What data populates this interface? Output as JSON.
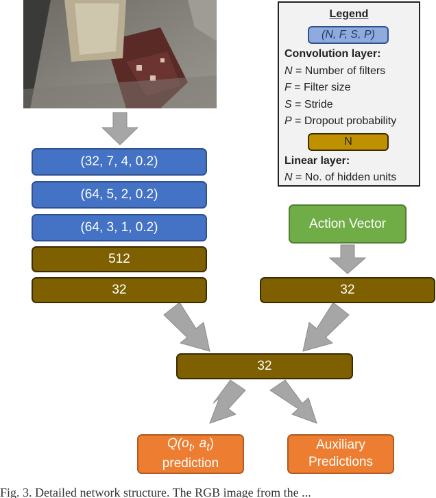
{
  "legend": {
    "title": "Legend",
    "conv_example": "(N, F, S, P)",
    "conv_header": "Convolution layer:",
    "conv_lines": [
      {
        "sym": "N",
        "text": " = Number of filters"
      },
      {
        "sym": "F",
        "text": " = Filter size"
      },
      {
        "sym": "S",
        "text": " = Stride"
      },
      {
        "sym": "P",
        "text": " = Dropout probability"
      }
    ],
    "linear_example": "N",
    "linear_header": "Linear layer:",
    "linear_lines": [
      {
        "sym": "N",
        "text": " = No. of hidden units"
      }
    ]
  },
  "network": {
    "conv_layers": [
      "(32, 7, 4, 0.2)",
      "(64, 5, 2, 0.2)",
      "(64, 3, 1, 0.2)"
    ],
    "image_linear_layers": [
      "512",
      "32"
    ],
    "action_input": "Action Vector",
    "action_linear": "32",
    "merged_linear": "32",
    "outputs": {
      "q_line1": "Q(o",
      "q_sub1": "t",
      "q_mid": ", a",
      "q_sub2": "t",
      "q_end": ")",
      "q_line2": "prediction",
      "aux_line1": "Auxiliary",
      "aux_line2": "Predictions"
    }
  },
  "caption": "Fig. 3.     Detailed network structure. The RGB image from the ..."
}
